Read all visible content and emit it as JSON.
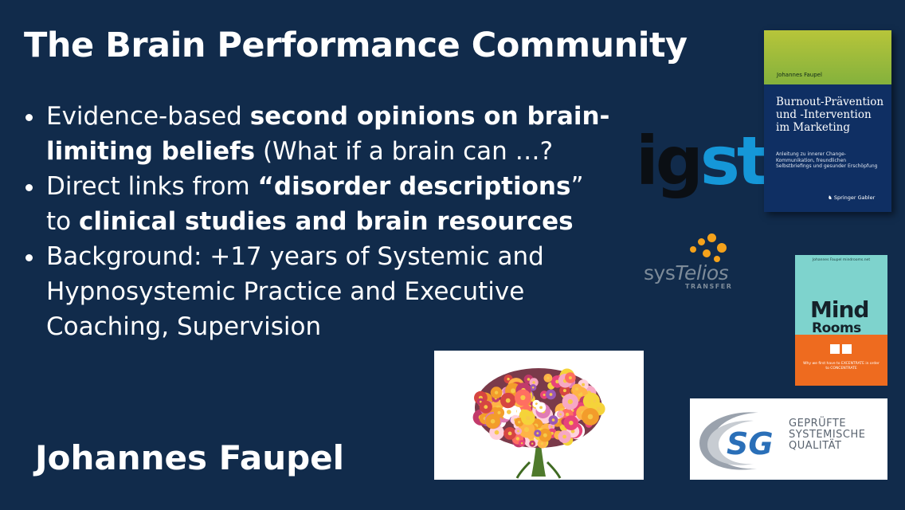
{
  "slide": {
    "title": "The Brain Performance Community",
    "bullets": [
      {
        "parts": [
          {
            "text": "Evidence-based ",
            "bold": false
          },
          {
            "text": "second opinions on brain-limiting beliefs",
            "bold": true
          },
          {
            "text": " (What if a brain can …?",
            "bold": false
          }
        ]
      },
      {
        "parts": [
          {
            "text": "Direct links from ",
            "bold": false
          },
          {
            "text": "“disorder descriptions",
            "bold": true
          },
          {
            "text": "” to ",
            "bold": false
          },
          {
            "text": "clinical studies and brain resources",
            "bold": true
          }
        ]
      },
      {
        "parts": [
          {
            "text": "Background: +17 years of Systemic and Hypnosystemic Practice and Executive Coaching, Supervision",
            "bold": false
          }
        ]
      }
    ],
    "author": "Johannes Faupel"
  },
  "logos": {
    "igst": {
      "part1": "ig",
      "part2": "st",
      "dark_color": "#0b0f14",
      "blue_color": "#1597d8"
    },
    "systelios": {
      "sys": "sys",
      "telios": "Telios",
      "subline": "TRANSFER",
      "accent": "#f5a21b"
    },
    "sg": {
      "mark": "SG",
      "lines": [
        "GEPRÜFTE",
        "SYSTEMISCHE",
        "QUALITÄT"
      ],
      "color": "#2a6fb8"
    }
  },
  "book1": {
    "author": "Johannes Faupel",
    "title": "Burnout-Prävention und -Intervention im Marketing",
    "subtitle": "Anleitung zu innerer Change-Kommunikation, freundlichen Selbstbriefings und gesunder Erschöpfung",
    "publisher": "Springer Gabler"
  },
  "book2": {
    "top": "Johannes Faupel mindrooms.net",
    "title1": "Mind",
    "title2": "Rooms",
    "bottom": "Why we first have to EXCENTRATE in order to CONCENTRATE"
  },
  "colors": {
    "background": "#112b4b",
    "text": "#ffffff"
  }
}
